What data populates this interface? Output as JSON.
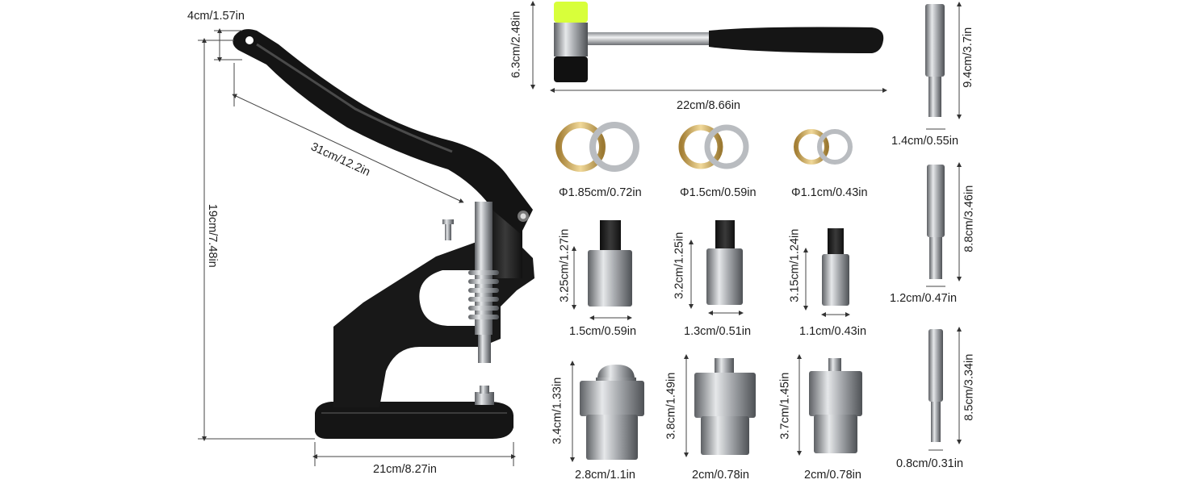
{
  "colors": {
    "background": "#ffffff",
    "press_body": "#1b1b1b",
    "steel": "#b5b8bc",
    "brass": "#c9a65a",
    "hammer_head": "#d8ff3a",
    "dimension_line": "#444444",
    "text": "#1e1e1e"
  },
  "items": [
    {
      "name": "grommet-press-machine",
      "icon": "press-icon"
    },
    {
      "name": "rubber-mallet",
      "icon": "hammer-icon"
    },
    {
      "name": "hole-punch",
      "icon": "punch-icon",
      "count": 3
    },
    {
      "name": "grommet-rings",
      "icon": "ring-icon",
      "count": 3
    },
    {
      "name": "upper-die",
      "icon": "die-icon",
      "count": 3
    },
    {
      "name": "lower-die",
      "icon": "die-icon",
      "count": 3
    }
  ],
  "press": {
    "top_gap": "4cm/1.57in",
    "arm_length": "31cm/12.2in",
    "height": "19cm/7.48in",
    "base_width": "21cm/8.27in"
  },
  "hammer": {
    "height": "6.3cm/2.48in",
    "length": "22cm/8.66in"
  },
  "punches": [
    {
      "length": "9.4cm/3.7in",
      "diameter": "1.4cm/0.55in"
    },
    {
      "length": "8.8cm/3.46in",
      "diameter": "1.2cm/0.47in"
    },
    {
      "length": "8.5cm/3.34in",
      "diameter": "0.8cm/0.31in"
    }
  ],
  "rings": [
    {
      "diameter": "Φ1.85cm/0.72in"
    },
    {
      "diameter": "Φ1.5cm/0.59in"
    },
    {
      "diameter": "Φ1.1cm/0.43in"
    }
  ],
  "upper_dies": [
    {
      "height": "3.25cm/1.27in",
      "width": "1.5cm/0.59in"
    },
    {
      "height": "3.2cm/1.25in",
      "width": "1.3cm/0.51in"
    },
    {
      "height": "3.15cm/1.24in",
      "width": "1.1cm/0.43in"
    }
  ],
  "lower_dies": [
    {
      "height": "3.4cm/1.33in",
      "width": "2.8cm/1.1in"
    },
    {
      "height": "3.8cm/1.49in",
      "width": "2cm/0.78in"
    },
    {
      "height": "3.7cm/1.45in",
      "width": "2cm/0.78in"
    }
  ]
}
